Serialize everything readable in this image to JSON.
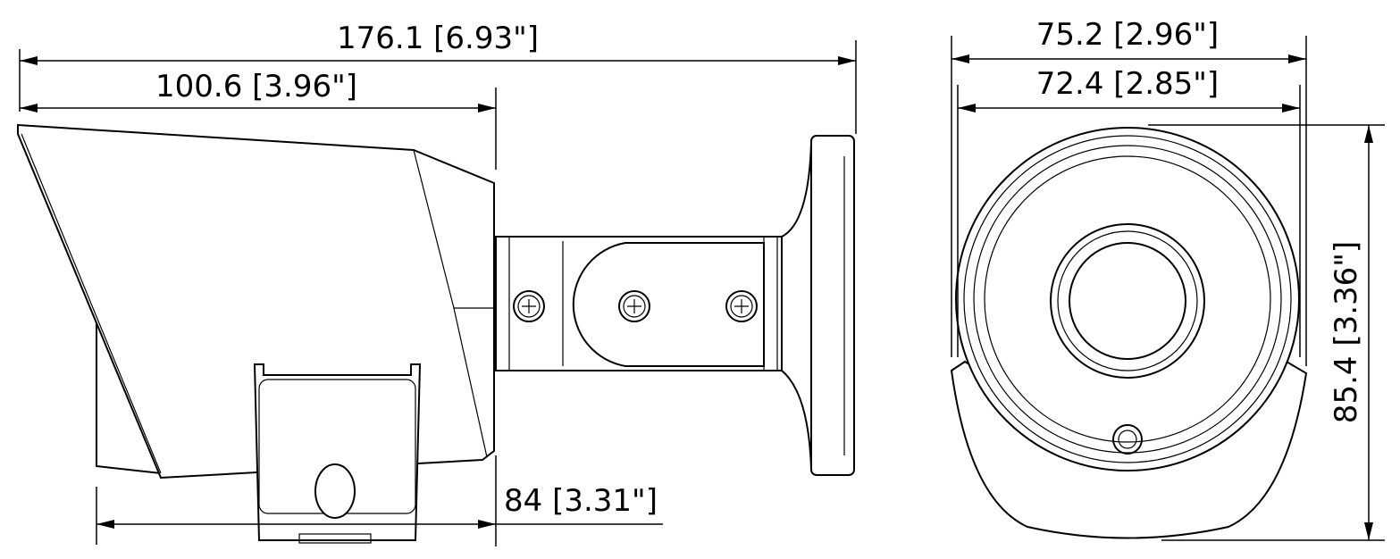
{
  "drawing": {
    "dimensions": {
      "overall_length": "176.1 [6.93\"]",
      "housing_length": "100.6 [3.96\"]",
      "bracket_offset": "84 [3.31\"]",
      "overall_width": "75.2 [2.96\"]",
      "housing_width": "72.4 [2.85\"]",
      "overall_height": "85.4 [3.36\"]"
    }
  }
}
